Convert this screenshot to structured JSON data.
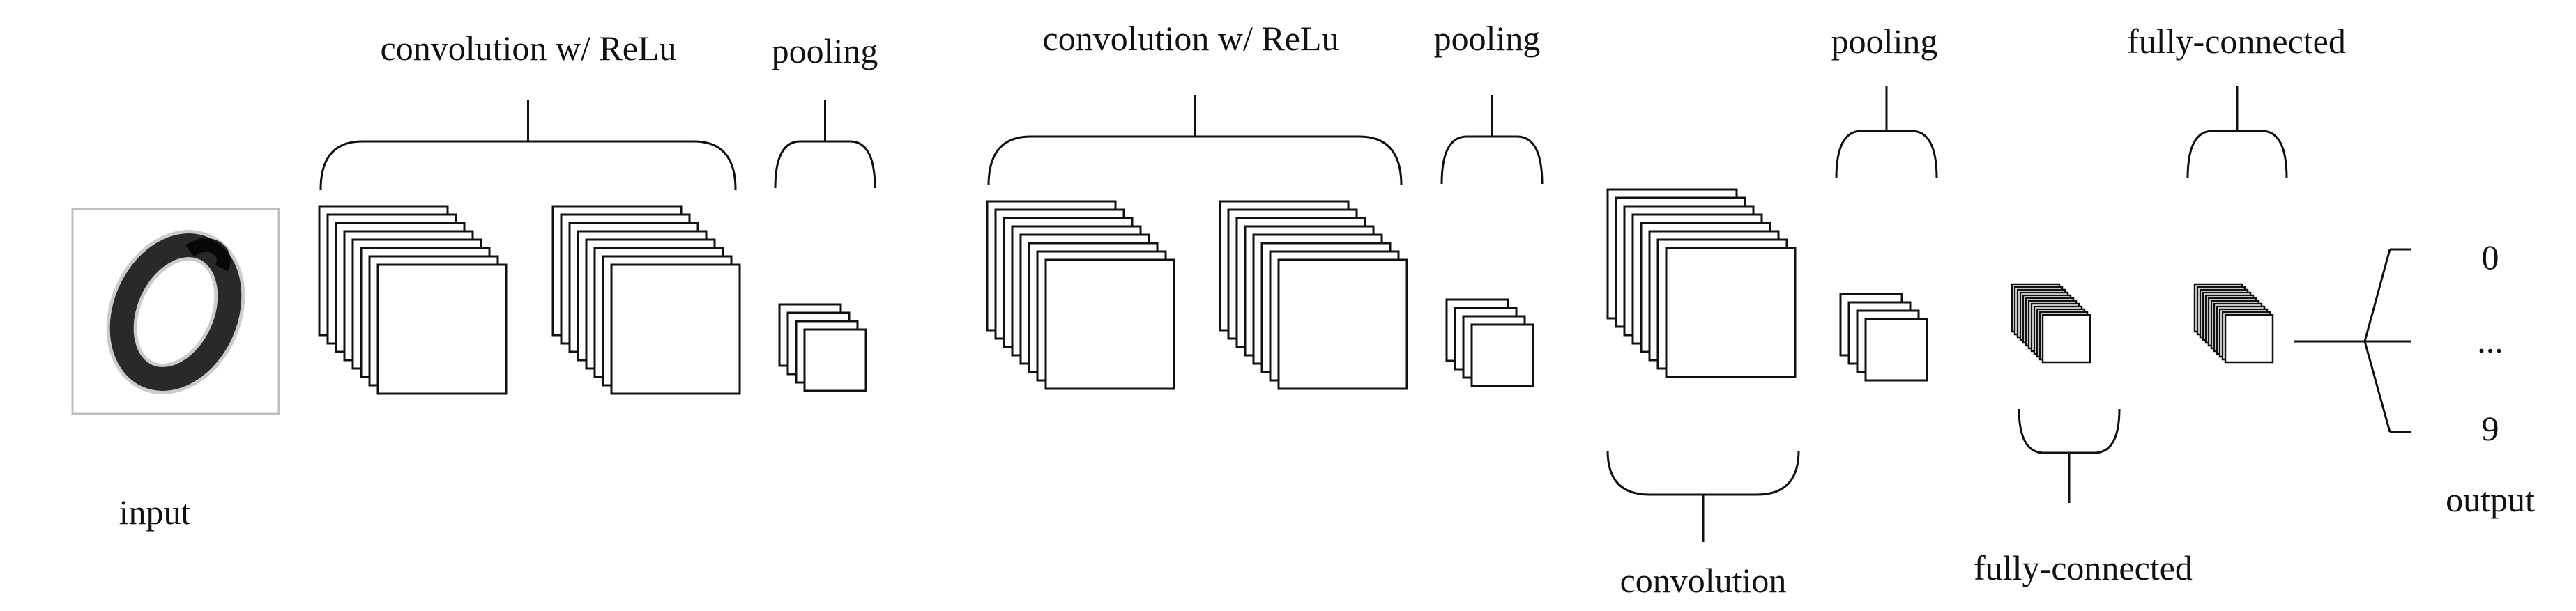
{
  "labels": {
    "input": "input",
    "conv1": "convolution w/ ReLu",
    "pool1": "pooling",
    "conv2": "convolution w/ ReLu",
    "pool2": "pooling",
    "conv3": "convolution",
    "pool3": "pooling",
    "fc1": "fully-connected",
    "fc2": "fully-connected",
    "out_first": "0",
    "out_mid": "...",
    "out_last": "9",
    "output": "output"
  },
  "colors": {
    "line": "#111111",
    "fill": "#ffffff",
    "input_border": "#bdbdbd"
  },
  "icons": {
    "input_digit": "handwritten-digit-zero"
  }
}
